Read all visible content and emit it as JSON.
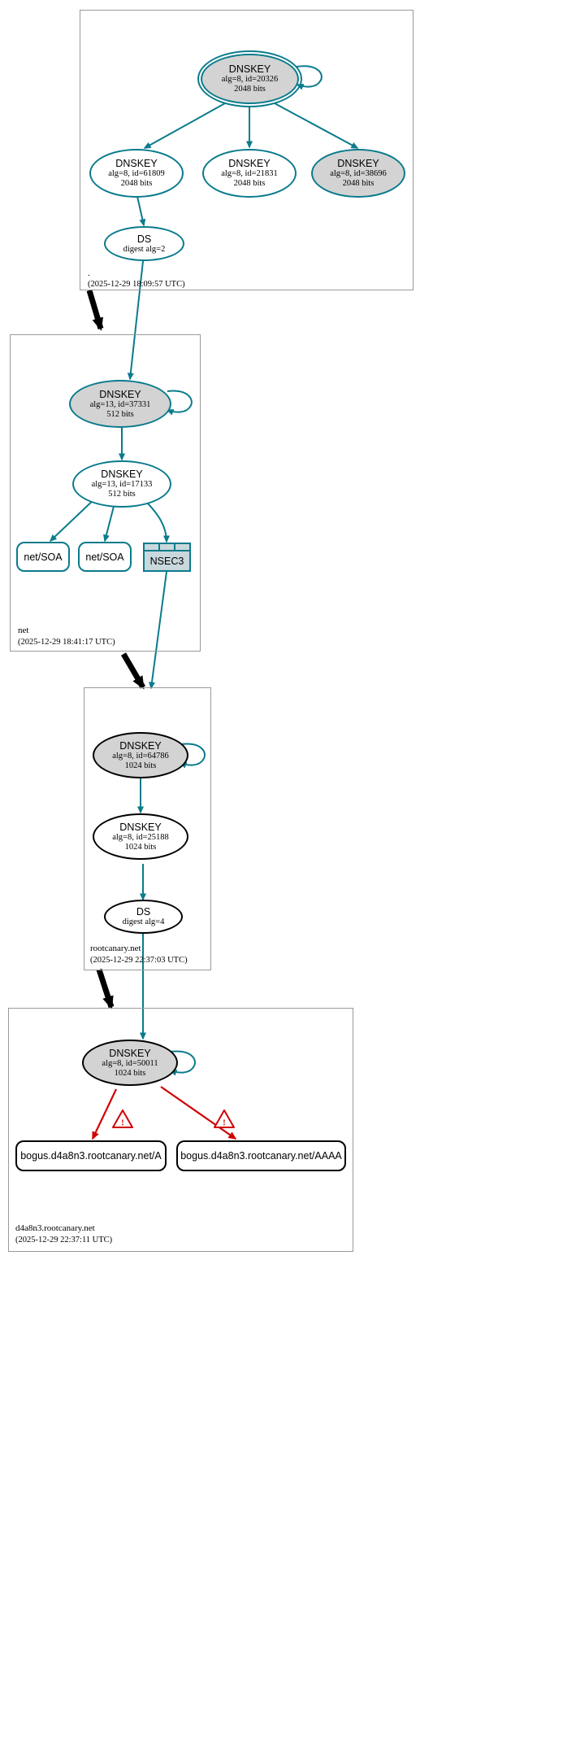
{
  "diagram": {
    "title": "DNSSEC authentication chain",
    "colors": {
      "secure": "#0a7b8c",
      "bogus": "#d10000",
      "node_fill_active": "#d3d3d3",
      "node_fill_plain": "#ffffff",
      "zone_border": "#9a9a9a",
      "insecure_black": "#000000"
    }
  },
  "zones": [
    {
      "id": "root",
      "name": ".",
      "timestamp": "(2025-12-29 18:09:57 UTC)",
      "nodes": [
        {
          "id": "root-ksk",
          "kind": "DNSKEY",
          "title": "DNSKEY",
          "line2": "alg=8, id=20326",
          "line3": "2048 bits",
          "trust_anchor": true,
          "fill": "active",
          "stroke": "secure",
          "self_sign": true
        },
        {
          "id": "root-zsk-61809",
          "kind": "DNSKEY",
          "title": "DNSKEY",
          "line2": "alg=8, id=61809",
          "line3": "2048 bits",
          "trust_anchor": false,
          "fill": "plain",
          "stroke": "secure",
          "self_sign": false
        },
        {
          "id": "root-zsk-21831",
          "kind": "DNSKEY",
          "title": "DNSKEY",
          "line2": "alg=8, id=21831",
          "line3": "2048 bits",
          "trust_anchor": false,
          "fill": "plain",
          "stroke": "secure",
          "self_sign": false
        },
        {
          "id": "root-zsk-38696",
          "kind": "DNSKEY",
          "title": "DNSKEY",
          "line2": "alg=8, id=38696",
          "line3": "2048 bits",
          "trust_anchor": false,
          "fill": "active",
          "stroke": "secure",
          "self_sign": false
        },
        {
          "id": "root-ds",
          "kind": "DS",
          "title": "DS",
          "line2": "digest alg=2",
          "line3": "",
          "trust_anchor": false,
          "fill": "plain",
          "stroke": "secure",
          "self_sign": false
        }
      ]
    },
    {
      "id": "net",
      "name": "net",
      "timestamp": "(2025-12-29 18:41:17 UTC)",
      "nodes": [
        {
          "id": "net-ksk",
          "kind": "DNSKEY",
          "title": "DNSKEY",
          "line2": "alg=13, id=37331",
          "line3": "512 bits",
          "trust_anchor": false,
          "fill": "active",
          "stroke": "secure",
          "self_sign": true
        },
        {
          "id": "net-zsk",
          "kind": "DNSKEY",
          "title": "DNSKEY",
          "line2": "alg=13, id=17133",
          "line3": "512 bits",
          "trust_anchor": false,
          "fill": "plain",
          "stroke": "secure",
          "self_sign": false
        },
        {
          "id": "net-soa-1",
          "kind": "RRSET",
          "title": "net/SOA",
          "line2": "",
          "line3": "",
          "trust_anchor": false,
          "fill": "plain",
          "stroke": "secure",
          "self_sign": false
        },
        {
          "id": "net-soa-2",
          "kind": "RRSET",
          "title": "net/SOA",
          "line2": "",
          "line3": "",
          "trust_anchor": false,
          "fill": "plain",
          "stroke": "secure",
          "self_sign": false
        },
        {
          "id": "net-nsec3",
          "kind": "NSEC3",
          "title": "NSEC3",
          "line2": "",
          "line3": "",
          "trust_anchor": false,
          "fill": "active",
          "stroke": "secure",
          "self_sign": false
        }
      ]
    },
    {
      "id": "rootcanary",
      "name": "rootcanary.net",
      "timestamp": "(2025-12-29 22:37:03 UTC)",
      "nodes": [
        {
          "id": "rc-ksk",
          "kind": "DNSKEY",
          "title": "DNSKEY",
          "line2": "alg=8, id=64786",
          "line3": "1024 bits",
          "trust_anchor": false,
          "fill": "active",
          "stroke": "black",
          "self_sign": true
        },
        {
          "id": "rc-zsk",
          "kind": "DNSKEY",
          "title": "DNSKEY",
          "line2": "alg=8, id=25188",
          "line3": "1024 bits",
          "trust_anchor": false,
          "fill": "plain",
          "stroke": "black",
          "self_sign": false
        },
        {
          "id": "rc-ds",
          "kind": "DS",
          "title": "DS",
          "line2": "digest alg=4",
          "line3": "",
          "trust_anchor": false,
          "fill": "plain",
          "stroke": "black",
          "self_sign": false
        }
      ]
    },
    {
      "id": "d4a8n3",
      "name": "d4a8n3.rootcanary.net",
      "timestamp": "(2025-12-29 22:37:11 UTC)",
      "nodes": [
        {
          "id": "d4-ksk",
          "kind": "DNSKEY",
          "title": "DNSKEY",
          "line2": "alg=8, id=50011",
          "line3": "1024 bits",
          "trust_anchor": false,
          "fill": "active",
          "stroke": "black",
          "self_sign": true
        },
        {
          "id": "d4-a",
          "kind": "RRSET",
          "title": "bogus.d4a8n3.rootcanary.net/A",
          "line2": "",
          "line3": "",
          "trust_anchor": false,
          "fill": "plain",
          "stroke": "black",
          "self_sign": false
        },
        {
          "id": "d4-aaaa",
          "kind": "RRSET",
          "title": "bogus.d4a8n3.rootcanary.net/AAAA",
          "line2": "",
          "line3": "",
          "trust_anchor": false,
          "fill": "plain",
          "stroke": "black",
          "self_sign": false
        }
      ]
    }
  ],
  "warnings": [
    {
      "id": "warn-a",
      "glyph": "!",
      "for": "d4-a"
    },
    {
      "id": "warn-aaaa",
      "glyph": "!",
      "for": "d4-aaaa"
    }
  ]
}
